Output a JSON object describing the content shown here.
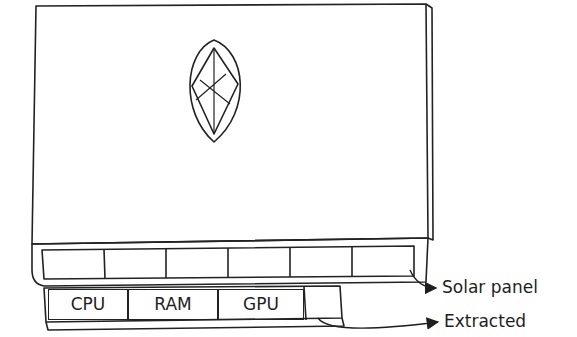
{
  "diagram": {
    "nodes": [
      {
        "text": [
          "CPU"
        ]
      },
      {
        "text": [
          "RAM"
        ]
      },
      {
        "text": [
          "GPU"
        ]
      }
    ],
    "labels": [
      "Solar panel",
      "Extracted"
    ]
  }
}
